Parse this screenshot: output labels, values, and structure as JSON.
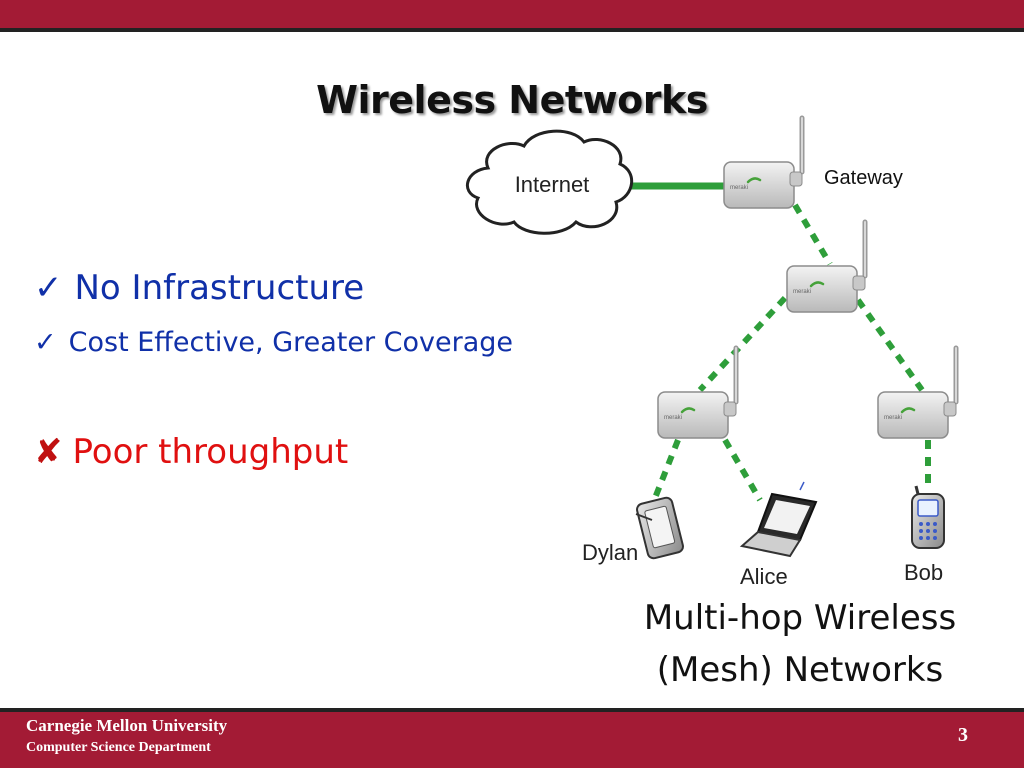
{
  "slide": {
    "title": "Wireless Networks",
    "page_number": "3"
  },
  "bullets": [
    {
      "mark": "✓",
      "text": "No Infrastructure"
    },
    {
      "mark": "✓",
      "text": "Cost Effective, Greater Coverage"
    },
    {
      "mark": "✘",
      "text": "Poor throughput"
    }
  ],
  "diagram": {
    "cloud_label": "Internet",
    "gateway_label": "Gateway",
    "router_brand": "meraki",
    "devices": {
      "dylan": "Dylan",
      "alice": "Alice",
      "bob": "Bob"
    },
    "caption_line1": "Multi-hop Wireless",
    "caption_line2": "(Mesh) Networks"
  },
  "footer": {
    "university": "Carnegie Mellon University",
    "department": "Computer Science Department"
  },
  "colors": {
    "brand_red": "#a31b35",
    "link_green": "#2e9e3a",
    "bullet_blue": "#1030a8",
    "negative_red": "#e01010"
  }
}
